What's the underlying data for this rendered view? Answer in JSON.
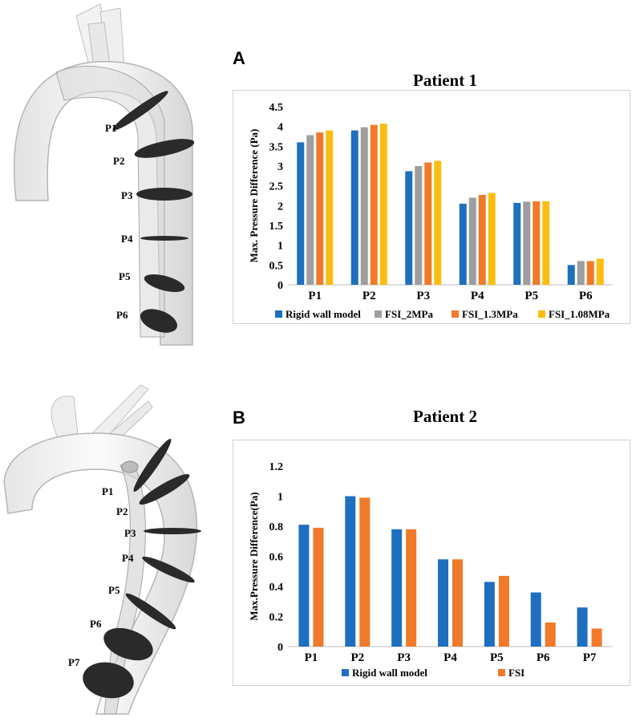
{
  "colors": {
    "rigid": "#1f6fc0",
    "fsi_2": "#9e9e9e",
    "fsi_13": "#f07a2a",
    "fsi_108": "#fbbd10",
    "fsi": "#f07a2a"
  },
  "panelA": {
    "letter": "A",
    "title": "Patient 1",
    "plane_labels": [
      "P1",
      "P2",
      "P3",
      "P4",
      "P5",
      "P6"
    ]
  },
  "panelB": {
    "letter": "B",
    "title": "Patient 2",
    "plane_labels": [
      "P1",
      "P2",
      "P3",
      "P4",
      "P5",
      "P6",
      "P7"
    ]
  },
  "chart_data": [
    {
      "type": "bar",
      "title": "Patient 1",
      "ylabel": "Max. Pressure Difference (Pa)",
      "xlabel": "",
      "categories": [
        "P1",
        "P2",
        "P3",
        "P4",
        "P5",
        "P6"
      ],
      "ylim": [
        0,
        4.5
      ],
      "yticks": [
        "0",
        "0.5",
        "1",
        "1.5",
        "2",
        "2.5",
        "3",
        "3.5",
        "4",
        "4.5"
      ],
      "legend_position": "bottom",
      "series": [
        {
          "name": "Rigid wall model",
          "color": "#1f6fc0",
          "values": [
            3.6,
            3.9,
            2.87,
            2.05,
            2.07,
            0.5
          ]
        },
        {
          "name": "FSI_2MPa",
          "color": "#9e9e9e",
          "values": [
            3.78,
            3.98,
            3.0,
            2.2,
            2.1,
            0.6
          ]
        },
        {
          "name": "FSI_1.3MPa",
          "color": "#f07a2a",
          "values": [
            3.85,
            4.04,
            3.09,
            2.27,
            2.11,
            0.6
          ]
        },
        {
          "name": "FSI_1.08MPa",
          "color": "#fbbd10",
          "values": [
            3.9,
            4.07,
            3.13,
            2.32,
            2.11,
            0.66
          ]
        }
      ]
    },
    {
      "type": "bar",
      "title": "Patient 2",
      "ylabel": "Max.Pressure Difference(Pa)",
      "xlabel": "",
      "categories": [
        "P1",
        "P2",
        "P3",
        "P4",
        "P5",
        "P6",
        "P7"
      ],
      "ylim": [
        0,
        1.2
      ],
      "yticks": [
        "0",
        "0.2",
        "0.4",
        "0.6",
        "0.8",
        "1",
        "1.2"
      ],
      "legend_position": "bottom",
      "series": [
        {
          "name": "Rigid wall model",
          "color": "#1f6fc0",
          "values": [
            0.81,
            1.0,
            0.78,
            0.58,
            0.43,
            0.36,
            0.26
          ]
        },
        {
          "name": "FSI",
          "color": "#f07a2a",
          "values": [
            0.79,
            0.99,
            0.78,
            0.58,
            0.47,
            0.16,
            0.12
          ]
        }
      ]
    }
  ]
}
